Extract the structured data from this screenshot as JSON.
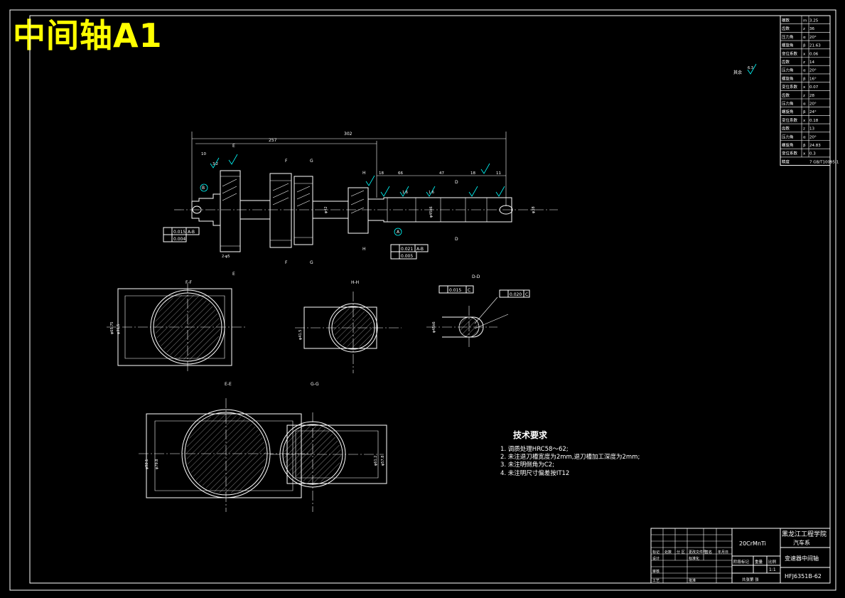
{
  "title": "中间轴A1",
  "gear_params": [
    [
      "模数",
      "m",
      "3.25"
    ],
    [
      "齿数",
      "z",
      "36"
    ],
    [
      "压力角",
      "α",
      "20°"
    ],
    [
      "螺旋角",
      "β",
      "21.63"
    ],
    [
      "变位系数",
      "x",
      "0.06"
    ],
    [
      "齿数",
      "z",
      "14"
    ],
    [
      "压力角",
      "α",
      "20°"
    ],
    [
      "螺旋角",
      "β",
      "16°"
    ],
    [
      "变位系数",
      "x",
      "0.07"
    ],
    [
      "齿数",
      "z",
      "28"
    ],
    [
      "压力角",
      "α",
      "20°"
    ],
    [
      "螺旋角",
      "β",
      "24°"
    ],
    [
      "变位系数",
      "x",
      "0.18"
    ],
    [
      "齿数",
      "z",
      "13"
    ],
    [
      "压力角",
      "α",
      "20°"
    ],
    [
      "螺旋角",
      "β",
      "24.83"
    ],
    [
      "变位系数",
      "x",
      "0.3"
    ],
    [
      "精度",
      "",
      "7 GB/T10095.1"
    ]
  ],
  "roughness_note": "其余",
  "roughness_value": "6.3",
  "dims": {
    "overall": "302",
    "partial": "257",
    "d10": "10",
    "d18": "18",
    "d66": "66",
    "d47": "47",
    "d11": "11",
    "d18b": "18",
    "roughness": "1.6",
    "roughness_b": "3.2",
    "dia1": "φ42",
    "dia2": "φ45k6",
    "dia3": "φ38",
    "dia4": "2-φ5"
  },
  "tolerances": {
    "t1": "0.015",
    "t1ref": "A-B",
    "t2": "0.004",
    "t3": "0.021",
    "t3ref": "A-B",
    "t4": "0.005",
    "t5": "0.015",
    "t5ref": "C",
    "t6": "0.020",
    "t6ref": "C"
  },
  "section_labels": {
    "ee": "E",
    "ff": "F",
    "gg": "G",
    "hh": "H",
    "dd": "D",
    "a": "A",
    "b": "B",
    "ff_title": "F-F",
    "hh_title": "H-H",
    "dd_title": "D-D",
    "ee_title": "E-E",
    "gg_title": "G-G"
  },
  "tech_req": {
    "heading": "技术要求",
    "items": [
      "1. 调质处理HRC58～62;",
      "2. 未注退刀槽宽度为2mm,退刀槽加工深度为2mm;",
      "3. 未注明倒角为C2;",
      "4. 未注明尺寸偏差按IT12"
    ]
  },
  "title_block": {
    "material": "20CrMnTi",
    "school": "黑龙江工程学院",
    "dept": "汽车系",
    "part_name": "变速器中间轴",
    "drawing_no": "HFJ6351B-62",
    "scale": "1:1",
    "stage_label": "阶段标记",
    "weight_label": "重量",
    "scale_label": "比例",
    "sheets": "共张第 张",
    "rows_left": [
      "标记",
      "处数",
      "分 区",
      "更改文件号",
      "签名",
      "年月日"
    ],
    "design": "设计",
    "standard": "标准化",
    "review": "审核",
    "process": "工艺",
    "approve": "批准"
  }
}
